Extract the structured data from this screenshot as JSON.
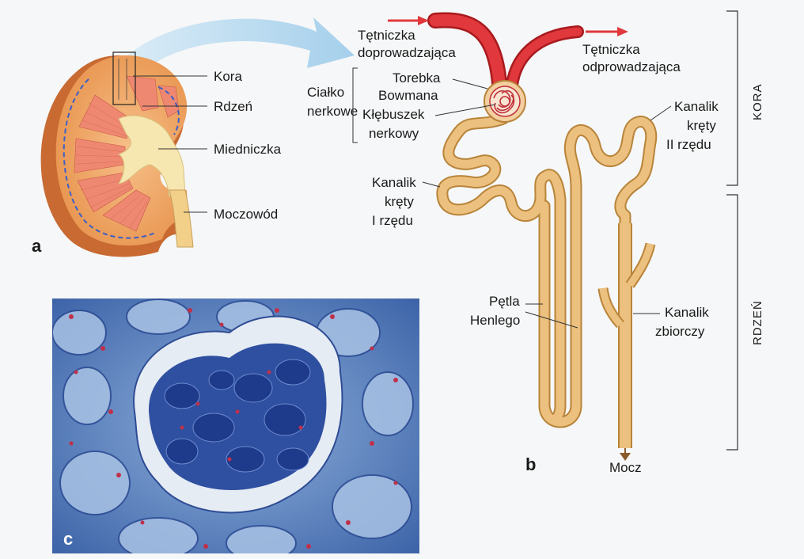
{
  "panel_a": {
    "letter": "a",
    "labels": {
      "kora": "Kora",
      "rdzen": "Rdzeń",
      "miedniczka": "Miedniczka",
      "moczowod": "Moczowód"
    }
  },
  "panel_b": {
    "letter": "b",
    "labels": {
      "afferent_1": "Tętniczka",
      "afferent_2": "doprowadzająca",
      "efferent_1": "Tętniczka",
      "efferent_2": "odprowadzająca",
      "corpuscle_1": "Ciałko",
      "corpuscle_2": "nerkowe",
      "capsule_1": "Torebka",
      "capsule_2": "Bowmana",
      "glomerulus_1": "Kłębuszek",
      "glomerulus_2": "nerkowy",
      "pct_1": "Kanalik",
      "pct_2": "kręty",
      "pct_3": "I rzędu",
      "dct_1": "Kanalik",
      "dct_2": "kręty",
      "dct_3": "II rzędu",
      "loop_1": "Pętla",
      "loop_2": "Henlego",
      "collecting_1": "Kanalik",
      "collecting_2": "zbiorczy",
      "urine": "Mocz",
      "zone_cortex": "KORA",
      "zone_medulla": "RDZEŃ"
    }
  },
  "panel_c": {
    "letter": "c"
  },
  "colors": {
    "tubule": "#e8b86a",
    "tubule_edge": "#b8843a",
    "artery": "#d8242a",
    "kidney_cortex": "#f0a868",
    "kidney_medulla": "#f08a70",
    "pelvis": "#f6e6b0",
    "arrow_blue": "#b8d8ee",
    "micro_bg": "#5a7fb8",
    "micro_nuclei": "#1e3a8a",
    "micro_red": "#c0304a"
  }
}
